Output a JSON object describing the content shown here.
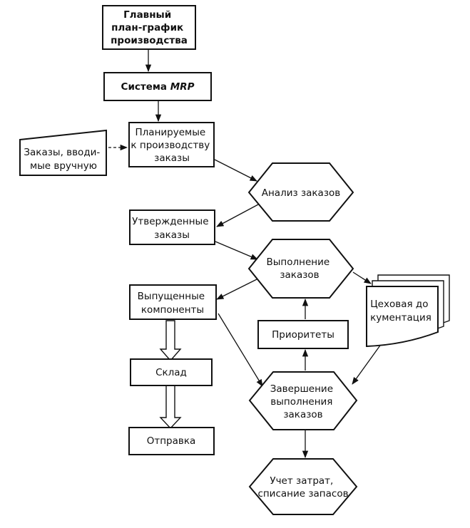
{
  "nodes": {
    "master_schedule": {
      "lines": [
        "Главный",
        "план-график",
        "производства"
      ]
    },
    "mrp_system": {
      "prefix": "Система ",
      "italic": "MRP"
    },
    "manual_orders": {
      "lines": [
        "Заказы, вводи-",
        "мые вручную"
      ]
    },
    "planned_orders": {
      "lines": [
        "Планируемые",
        "к производству",
        "заказы"
      ]
    },
    "order_analysis": {
      "lines": [
        "Анализ заказов"
      ]
    },
    "approved_orders": {
      "lines": [
        "Утвержденные",
        "заказы"
      ]
    },
    "order_execution": {
      "lines": [
        "Выполнение",
        "заказов"
      ]
    },
    "released_components": {
      "lines": [
        "Выпущенные",
        "компоненты"
      ]
    },
    "shop_documentation": {
      "lines": [
        "Цеховая до",
        "кументация"
      ]
    },
    "priorities": {
      "lines": [
        "Приоритеты"
      ]
    },
    "warehouse": {
      "lines": [
        "Склад"
      ]
    },
    "order_completion": {
      "lines": [
        "Завершение",
        "выполнения",
        "заказов"
      ]
    },
    "shipping": {
      "lines": [
        "Отправка"
      ]
    },
    "cost_accounting": {
      "lines": [
        "Учет затрат,",
        "списание запасов"
      ]
    }
  },
  "connections": [
    {
      "from": "master_schedule",
      "to": "mrp_system",
      "style": "arrow"
    },
    {
      "from": "mrp_system",
      "to": "planned_orders",
      "style": "arrow"
    },
    {
      "from": "manual_orders",
      "to": "planned_orders",
      "style": "dashed-arrow"
    },
    {
      "from": "planned_orders",
      "to": "order_analysis",
      "style": "arrow"
    },
    {
      "from": "order_analysis",
      "to": "approved_orders",
      "style": "arrow"
    },
    {
      "from": "approved_orders",
      "to": "order_execution",
      "style": "arrow"
    },
    {
      "from": "order_execution",
      "to": "released_components",
      "style": "arrow"
    },
    {
      "from": "order_execution",
      "to": "shop_documentation",
      "style": "arrow"
    },
    {
      "from": "priorities",
      "to": "order_execution",
      "style": "arrow"
    },
    {
      "from": "order_completion",
      "to": "priorities",
      "style": "arrow"
    },
    {
      "from": "shop_documentation",
      "to": "order_completion",
      "style": "arrow"
    },
    {
      "from": "released_components",
      "to": "order_completion",
      "style": "arrow"
    },
    {
      "from": "released_components",
      "to": "warehouse",
      "style": "hollow-arrow"
    },
    {
      "from": "warehouse",
      "to": "shipping",
      "style": "hollow-arrow"
    },
    {
      "from": "order_completion",
      "to": "cost_accounting",
      "style": "arrow"
    }
  ]
}
